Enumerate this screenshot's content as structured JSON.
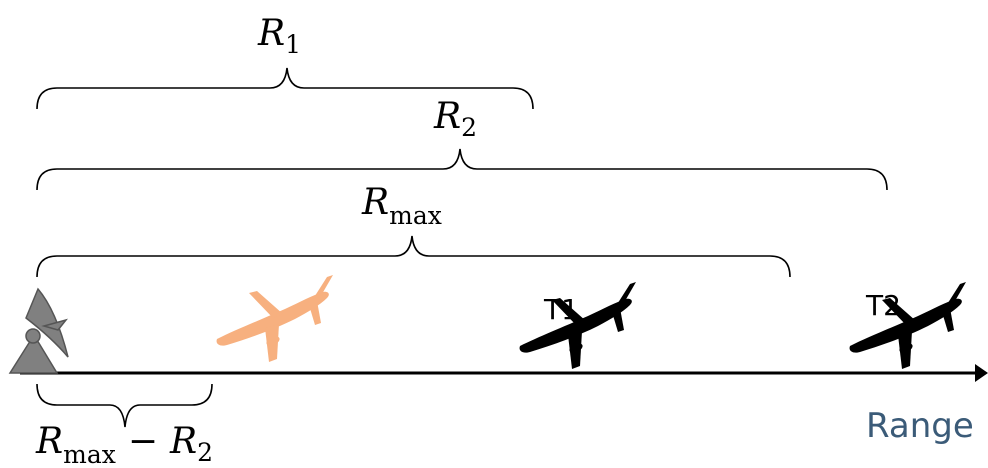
{
  "labels": {
    "r1": {
      "sym": "R",
      "sub": "1"
    },
    "r2": {
      "sym": "R",
      "sub": "2"
    },
    "rmax": {
      "sym": "R",
      "sub": "max"
    },
    "diff": {
      "sym_a": "R",
      "sub_a": "max",
      "op": "−",
      "sym_b": "R",
      "sub_b": "2"
    }
  },
  "targets": {
    "t1": "T1",
    "t2": "T2"
  },
  "axis": {
    "label": "Range"
  },
  "colors": {
    "line": "#000000",
    "radar": "#808080",
    "ghost_plane": "#f7b07f",
    "target_plane": "#000000",
    "axis_label": "#3b5b78"
  },
  "icons": [
    "radar-dish-icon",
    "airplane-icon"
  ]
}
